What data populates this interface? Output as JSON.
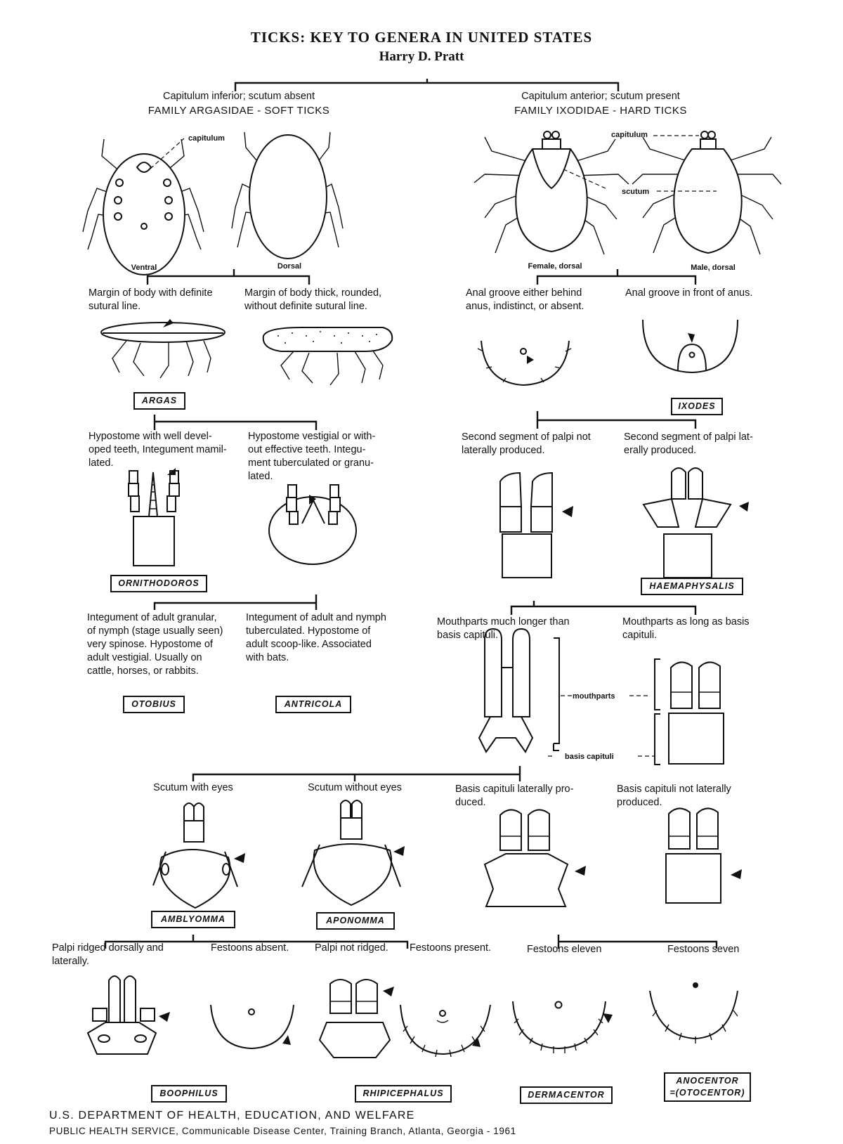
{
  "header": {
    "title": "TICKS: KEY TO GENERA IN UNITED STATES",
    "author": "Harry D. Pratt"
  },
  "families": {
    "argasidae": {
      "desc": "Capitulum inferior; scutum absent",
      "name": "FAMILY ARGASIDAE - SOFT TICKS",
      "view_ventral": "Ventral",
      "view_dorsal": "Dorsal",
      "part_capitulum": "capitulum"
    },
    "ixodidae": {
      "desc": "Capitulum anterior; scutum present",
      "name": "FAMILY IXODIDAE - HARD TICKS",
      "view_female": "Female, dorsal",
      "view_male": "Male, dorsal",
      "part_capitulum": "capitulum",
      "part_scutum": "scutum"
    }
  },
  "couplets": {
    "margin_sutural": "Margin of body with definite\nsutural line.",
    "margin_thick": "Margin of body thick, rounded,\nwithout definite sutural line.",
    "anal_behind": "Anal groove either behind\nanus, indistinct, or absent.",
    "anal_front": "Anal groove in front of anus.",
    "hypostome_teeth": "Hypostome with well devel-\noped teeth, Integument mamil-\nlated.",
    "hypostome_vestigial": "Hypostome vestigial or with-\nout effective teeth. Integu-\nment tuberculated or granu-\nlated.",
    "palpi_not_lateral": "Second segment of palpi not\nlaterally produced.",
    "palpi_lateral": "Second segment of palpi lat-\nerally produced.",
    "integument_granular": "Integument of adult granular,\nof nymph (stage usually seen)\nvery spinose. Hypostome of\nadult vestigial. Usually on\ncattle, horses, or rabbits.",
    "integument_tuberculated": "Integument of adult and nymph\ntuberculated. Hypostome of\nadult scoop-like. Associated\nwith bats.",
    "mouthparts_longer": "Mouthparts much longer than\nbasis capituli.",
    "mouthparts_equal": "Mouthparts as long as basis\ncapituli.",
    "label_mouthparts": "mouthparts",
    "label_basis": "basis capituli",
    "scutum_eyes": "Scutum with eyes",
    "scutum_no_eyes": "Scutum without eyes",
    "basis_lateral": "Basis capituli laterally pro-\nduced.",
    "basis_not_lateral": "Basis capituli not laterally\nproduced.",
    "palpi_ridged": "Palpi ridged dorsally and\nlaterally.",
    "festoons_absent": "Festoons absent.",
    "palpi_not_ridged": "Palpi not ridged.",
    "festoons_present": "Festoons present.",
    "festoons_eleven": "Festoons eleven",
    "festoons_seven": "Festoons seven"
  },
  "genera": {
    "argas": "ARGAS",
    "ixodes": "IXODES",
    "ornithodoros": "ORNITHODOROS",
    "haemaphysalis": "HAEMAPHYSALIS",
    "otobius": "OTOBIUS",
    "antricola": "ANTRICOLA",
    "amblyomma": "AMBLYOMMA",
    "aponomma": "APONOMMA",
    "boophilus": "BOOPHILUS",
    "rhipicephalus": "RHIPICEPHALUS",
    "dermacentor": "DERMACENTOR",
    "anocentor": "ANOCENTOR\n=(OTOCENTOR)"
  },
  "footer": {
    "dept": "U.S. DEPARTMENT OF HEALTH, EDUCATION, AND WELFARE",
    "service": "PUBLIC HEALTH SERVICE, Communicable Disease Center, Training Branch, Atlanta, Georgia - 1961"
  }
}
